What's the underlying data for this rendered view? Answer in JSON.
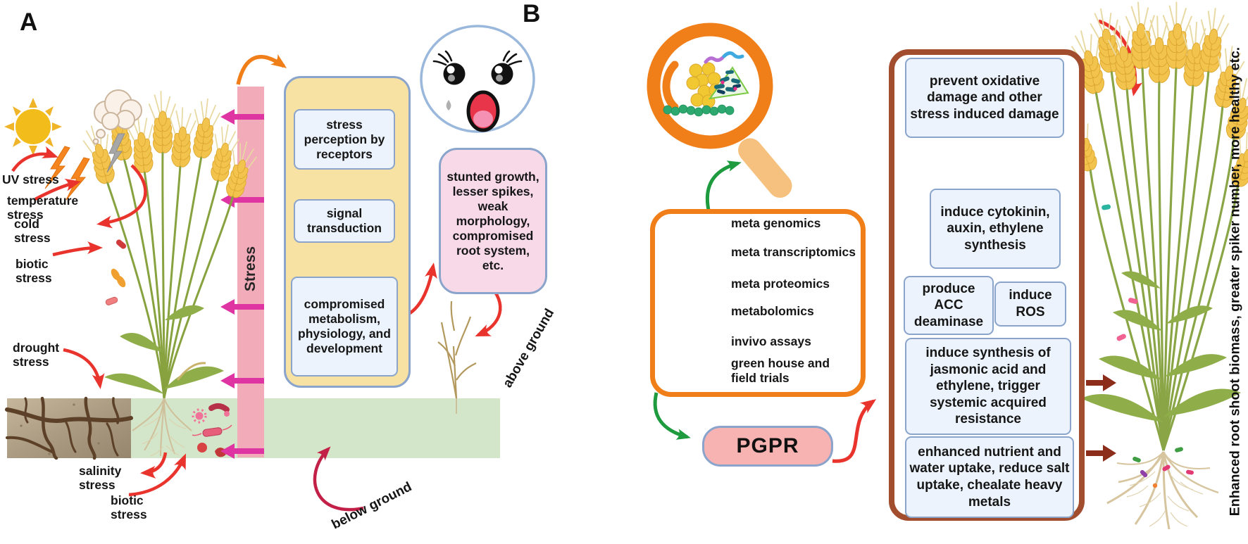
{
  "figure": {
    "panel_a_label": "A",
    "panel_b_label": "B"
  },
  "panel_a": {
    "stress_bar_label": "Stress",
    "stressors": {
      "uv": "UV stress",
      "temperature": "temperature stress",
      "cold": "cold stress",
      "biotic_upper": "biotic stress",
      "drought": "drought stress",
      "salinity": "salinity stress",
      "biotic_lower": "biotic stress"
    },
    "pathway_steps": [
      "stress perception by receptors",
      "signal transduction",
      "compromised metabolism, physiology, and development"
    ],
    "outcome_box": "stunted growth, lesser spikes, weak morphology, compromised root system, etc.",
    "above_ground_label": "above ground",
    "below_ground_label": "below ground"
  },
  "panel_b": {
    "approaches": [
      "meta genomics",
      "meta transcriptomics",
      "meta proteomics",
      "metabolomics",
      "invivo assays",
      "green house and field trials"
    ],
    "pgpr_label": "PGPR",
    "mechanisms": {
      "prevent": "prevent oxidative damage and other stress induced damage",
      "cytokinin": "induce cytokinin, auxin, ethylene synthesis",
      "acc": "produce ACC deaminase",
      "ros": "induce ROS",
      "jasmonic": "induce synthesis of jasmonic acid and ethylene,  trigger systemic acquired resistance",
      "nutrient": "enhanced nutrient and water uptake, reduce salt uptake, chealate heavy metals"
    },
    "outcome_note": "Enhanced root shoot biomass, greater spiker number, more healthy etc."
  },
  "colors": {
    "accent_orange": "#f07f1a",
    "magenta": "#df35a2",
    "pink_bar": "#f2abb8",
    "red_arrow": "#e8342c",
    "crimson_arrow": "#b5121f",
    "teal_arrow": "#0e9488",
    "green_arrow": "#1d9b3e",
    "brown_border": "#a14d2e",
    "blue_box_fill": "#ecf3fc",
    "blue_box_border": "#8aa4cc",
    "soil_band": "#d4e6c9",
    "wheat_gold": "#f2c44d"
  }
}
